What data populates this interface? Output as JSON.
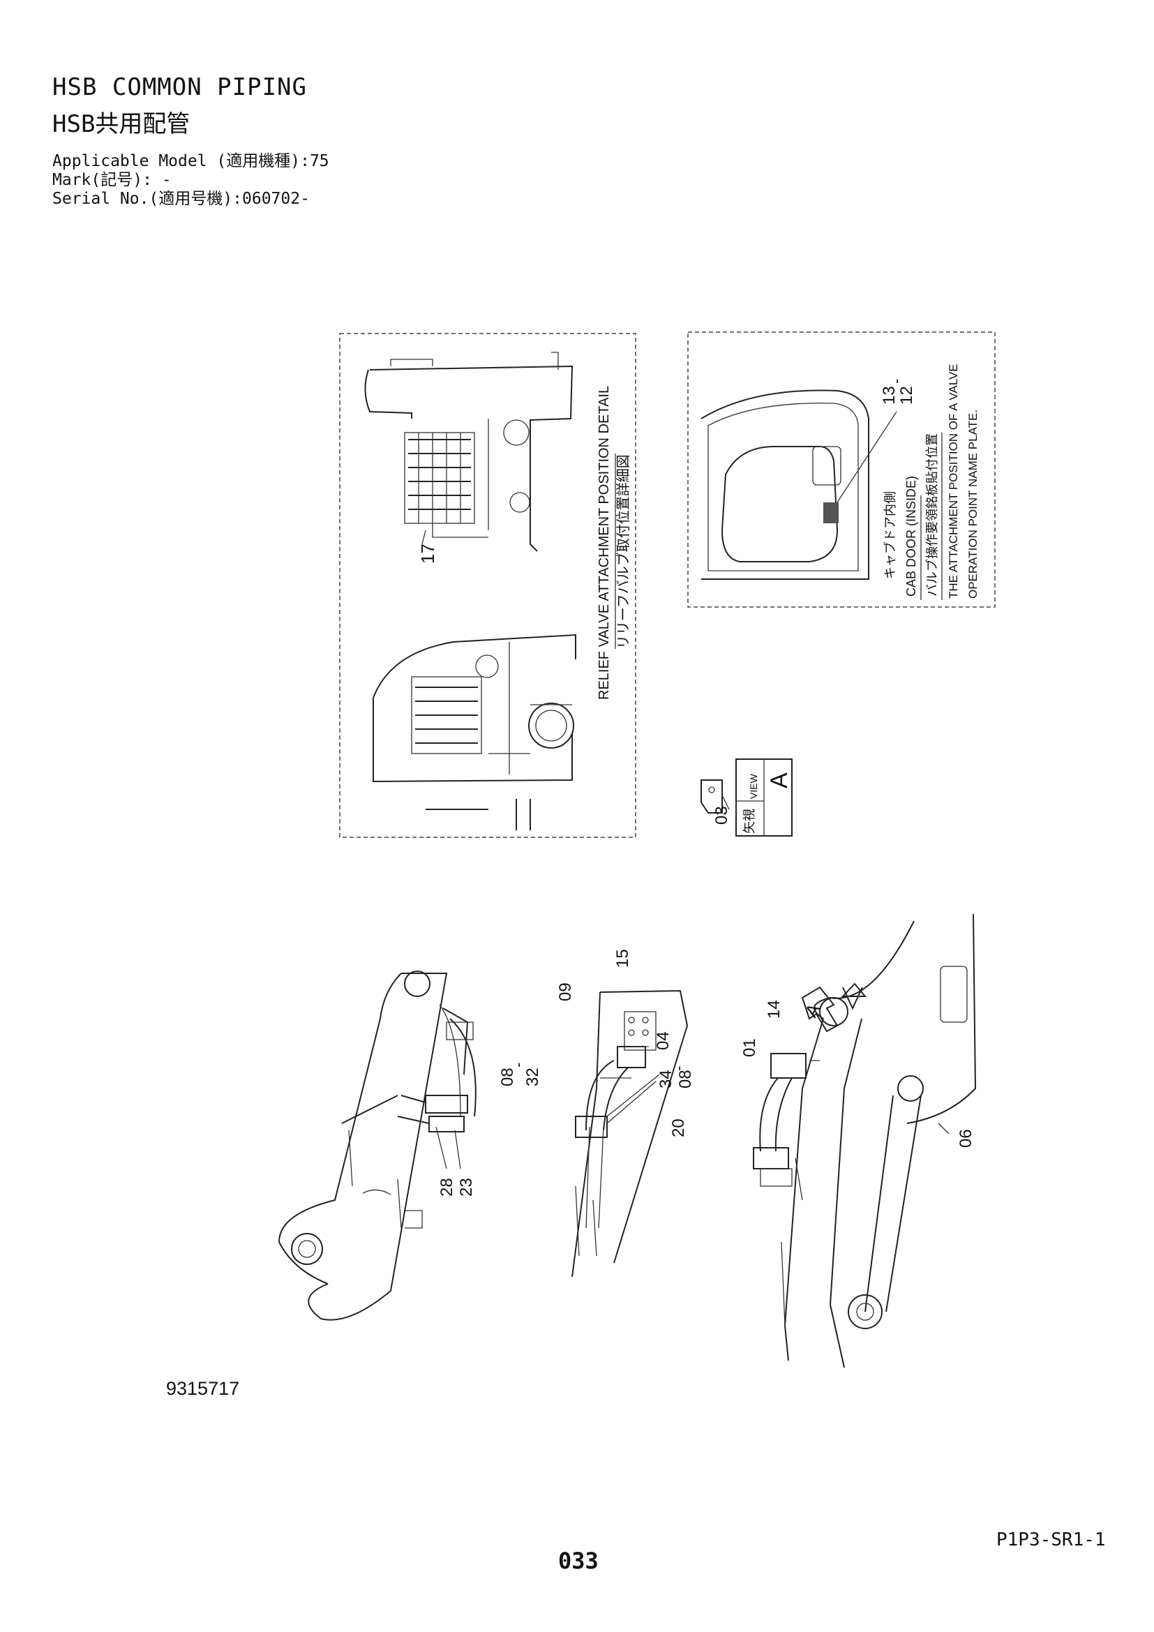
{
  "header": {
    "title_en": "HSB COMMON PIPING",
    "title_jp": "HSB共用配管",
    "applicable_model": "Applicable Model (適用機種):75",
    "mark": "Mark(記号): -",
    "serial_no": "Serial No.(適用号機):060702-"
  },
  "detail_relief": {
    "title_en": "RELIEF VALVE ATTACHMENT POSITION DETAIL",
    "title_jp": "リリーフバルブ取付位置詳細図",
    "callout_17": "17"
  },
  "detail_cab": {
    "label_jp1": "キャブドア内側",
    "label_en1": "CAB DOOR (INSIDE)",
    "label_jp2": "バルブ操作要領銘板貼付位置",
    "label_en2": "THE ATTACHMENT POSITION OF A VALVE",
    "label_en3": "OPERATION POINT NAME PLATE.",
    "callout_13": "13",
    "callout_dash": "-",
    "callout_12": "12"
  },
  "view_a": {
    "letter": "A",
    "jp": "矢視",
    "en": "VIEW",
    "callout_03": "03"
  },
  "callouts": {
    "c15": "15",
    "c09": "09",
    "c04": "04",
    "c08a": "08",
    "c32": "32",
    "c34": "34",
    "c08b": "08",
    "c20": "20",
    "c28": "28",
    "c23": "23",
    "c14": "14",
    "c01": "01",
    "c06": "06",
    "arrow_a": "A",
    "dash": "-"
  },
  "footer": {
    "drawing_no": "9315717",
    "page_code": "P1P3-SR1-1",
    "page_no": "033"
  }
}
